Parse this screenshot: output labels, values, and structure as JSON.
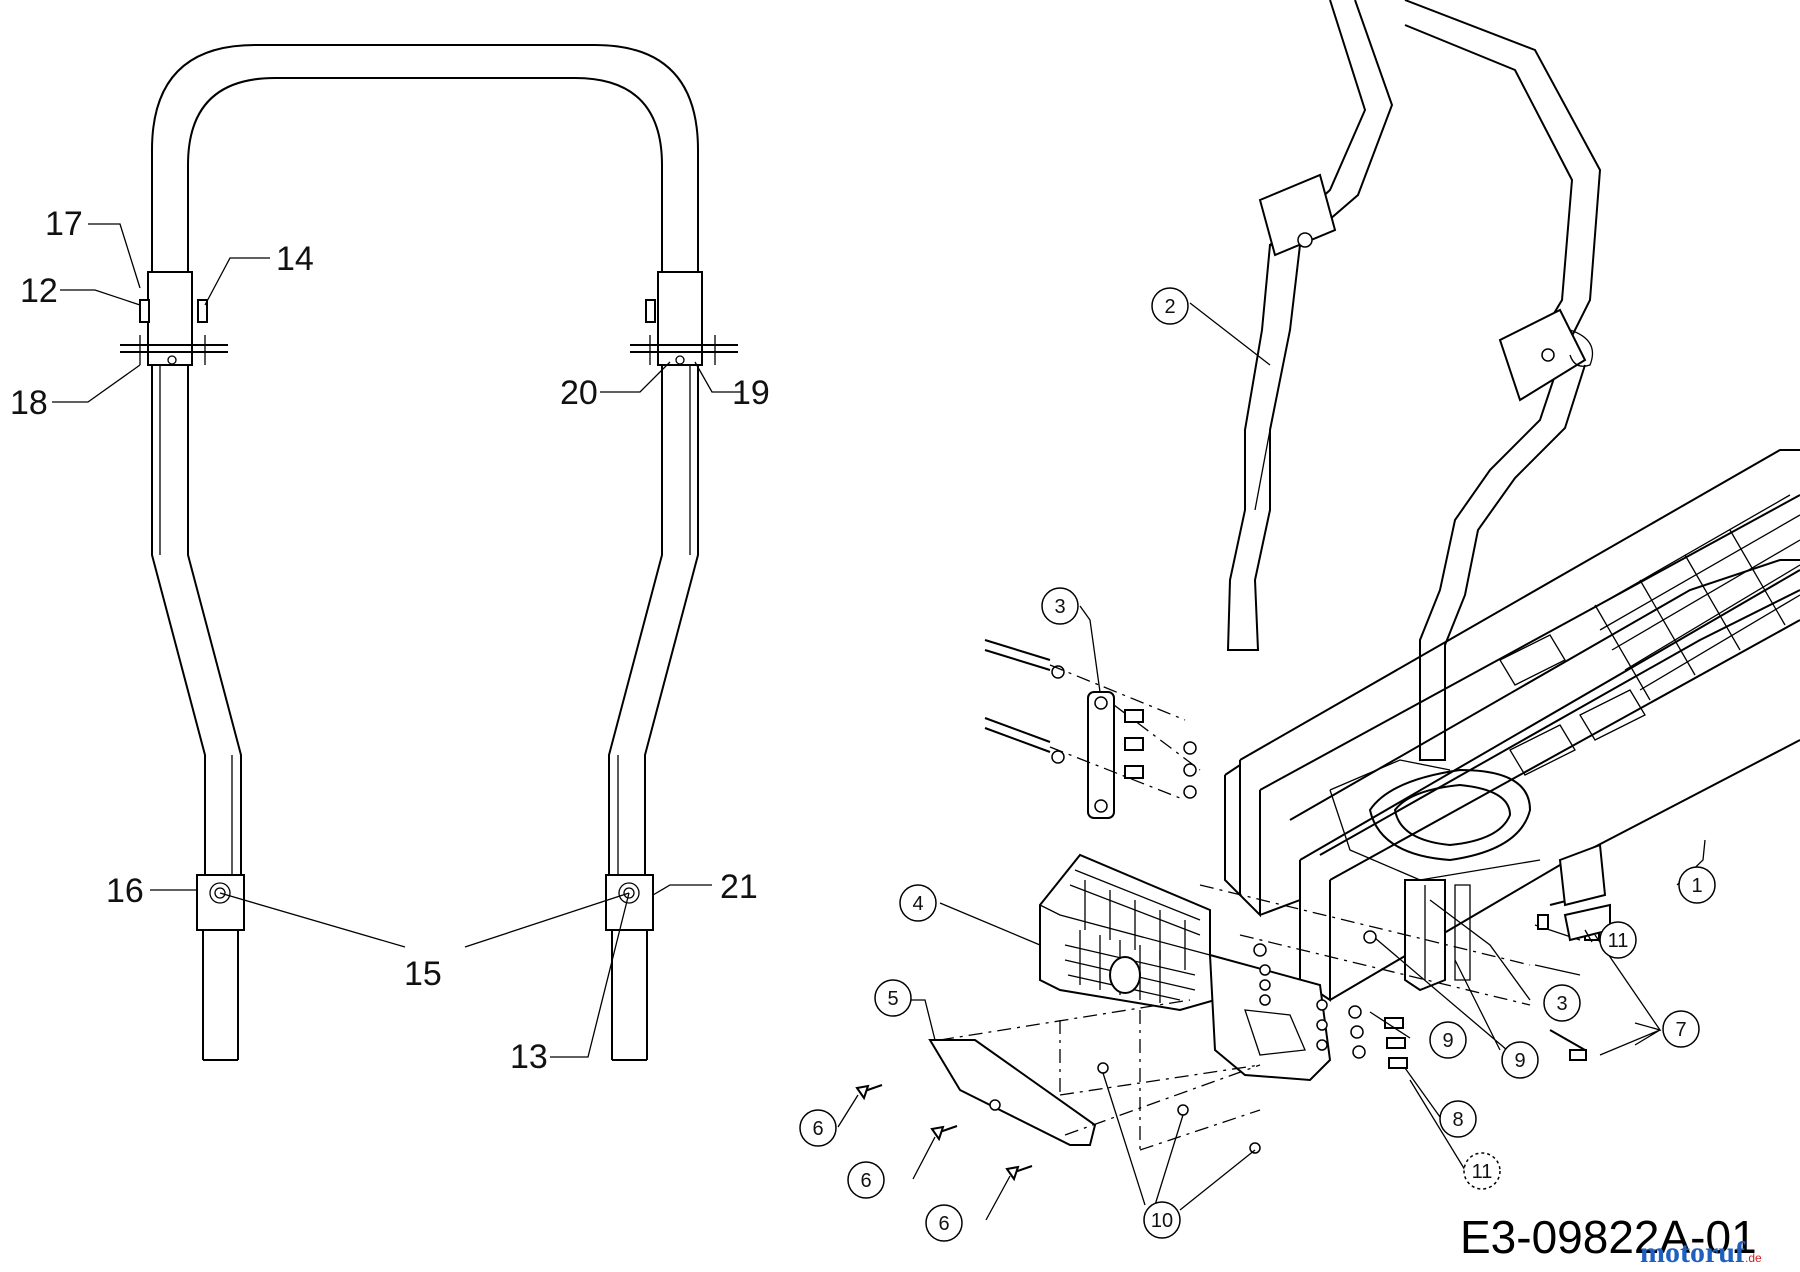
{
  "drawing_code": "E3-09822A-01",
  "watermark": "motoruf",
  "watermark_suffix": ".de",
  "left_callouts": [
    "17",
    "12",
    "14",
    "18",
    "20",
    "19",
    "16",
    "21",
    "15",
    "13"
  ],
  "right_callouts": [
    "2",
    "3",
    "4",
    "5",
    "6",
    "6",
    "6",
    "10",
    "1",
    "11",
    "7",
    "3",
    "9",
    "9",
    "8",
    "11"
  ],
  "colors": {
    "line": "#000000",
    "background": "#ffffff",
    "watermark_blue": "#1f5fbf",
    "watermark_red": "#d11f1f"
  }
}
